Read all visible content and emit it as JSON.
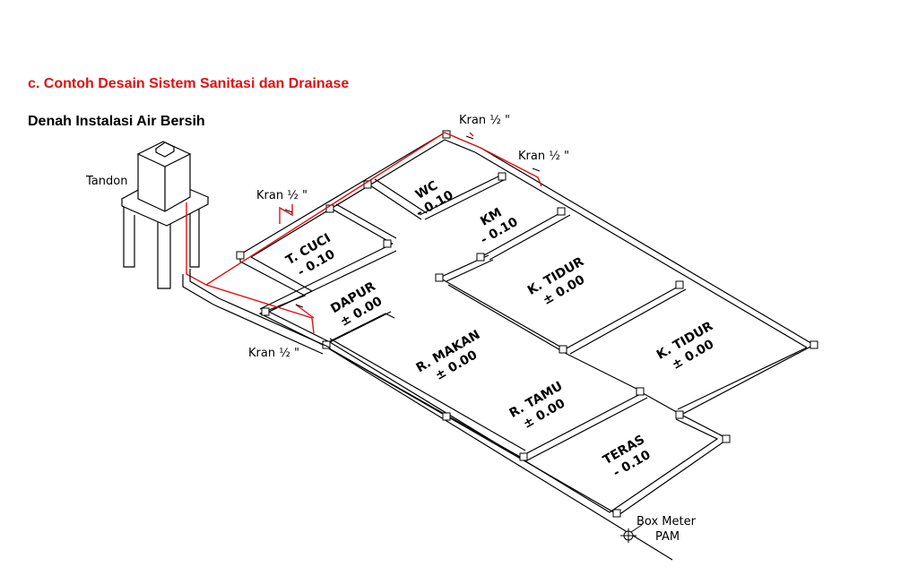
{
  "title": "c. Contoh Desain Sistem Sanitasi dan Drainase",
  "subtitle": "Denah Instalasi Air Bersih",
  "colors": {
    "accent": "#e01010",
    "lines": "#000000",
    "pipe": "#e01010"
  },
  "labels": {
    "tandon": "Tandon",
    "kran": "Kran ½ \"",
    "box_meter_line1": "Box Meter",
    "box_meter_line2": "PAM"
  },
  "rooms": {
    "wc": {
      "name": "WC",
      "level": "- 0.10"
    },
    "km": {
      "name": "KM",
      "level": "- 0.10"
    },
    "t_cuci": {
      "name": "T. CUCI",
      "level": "- 0.10"
    },
    "dapur": {
      "name": "DAPUR",
      "level": "± 0.00"
    },
    "k_tidur_1": {
      "name": "K. TIDUR",
      "level": "± 0.00"
    },
    "k_tidur_2": {
      "name": "K. TIDUR",
      "level": "± 0.00"
    },
    "r_makan": {
      "name": "R. MAKAN",
      "level": "± 0.00"
    },
    "r_tamu": {
      "name": "R. TAMU",
      "level": "± 0.00"
    },
    "teras": {
      "name": "TERAS",
      "level": "- 0.10"
    }
  }
}
